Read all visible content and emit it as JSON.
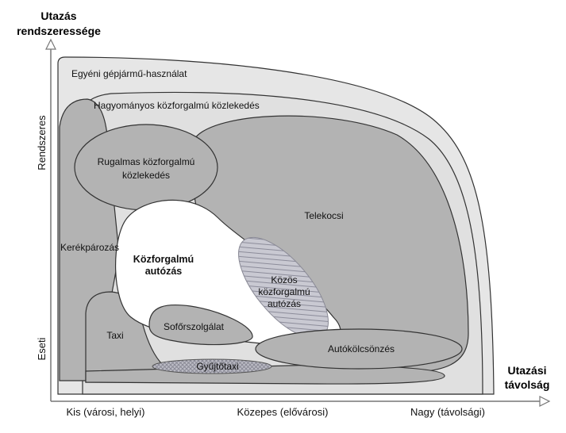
{
  "axes": {
    "y_title_line1": "Utazás",
    "y_title_line2": "rendszeressége",
    "x_title_line1": "Utazási",
    "x_title_line2": "távolság",
    "y_ticks": [
      "Rendszeres",
      "Eseti"
    ],
    "x_ticks": [
      "Kis (városi, helyi)",
      "Közepes (elővárosi)",
      "Nagy (távolsági)"
    ]
  },
  "regions": {
    "egyeni": "Egyéni gépjármű-használat",
    "hagyomanyos": "Hagyományos közforgalmú közlekedés",
    "rugalmas_line1": "Rugalmas közforgalmú",
    "rugalmas_line2": "közlekedés",
    "telekocsi": "Telekocsi",
    "kerekparozas": "Kerékpározás",
    "kozforgalmu_auto_line1": "Közforgalmú",
    "kozforgalmu_auto_line2": "autózás",
    "kozos_line1": "Közös",
    "kozos_line2": "közforgalmú",
    "kozos_line3": "autózás",
    "taxi": "Taxi",
    "soforszolgalat": "Sofőrszolgálat",
    "autokolcsonzes": "Autókölcsönzés",
    "gyujtotaxi": "Gyűjtőtaxi"
  },
  "colors": {
    "outer": "#e6e6e6",
    "region": "#b3b3b3",
    "inner": "#9a9a9a",
    "white": "#ffffff",
    "stroke": "#333333"
  }
}
